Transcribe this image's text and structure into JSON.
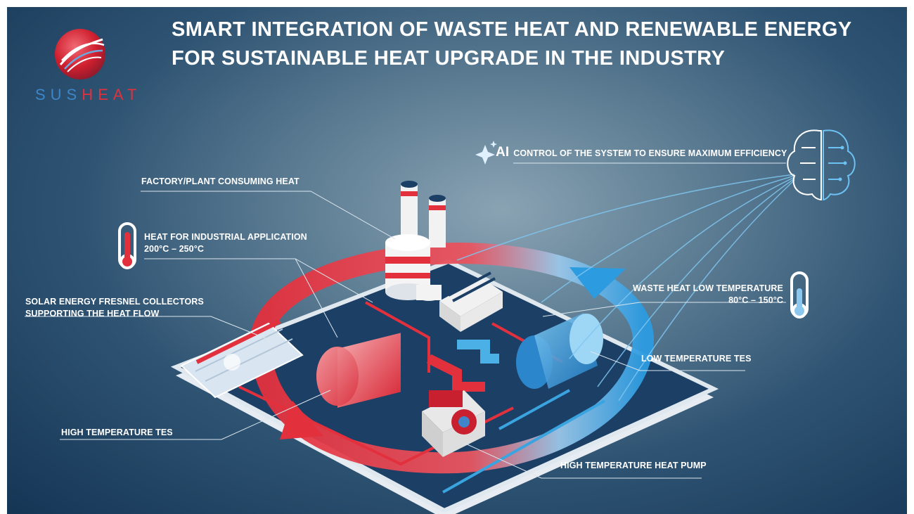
{
  "header": {
    "title_line1": "SMART INTEGRATION OF WASTE HEAT AND RENEWABLE ENERGY",
    "title_line2": "FOR SUSTAINABLE HEAT UPGRADE IN THE INDUSTRY"
  },
  "logo": {
    "part1": "SUS",
    "part2": "HEAT"
  },
  "labels": {
    "ai_prefix": "AI",
    "ai_control": "CONTROL OF THE SYSTEM TO ENSURE MAXIMUM EFFICIENCY",
    "factory": "FACTORY/PLANT CONSUMING HEAT",
    "heat_app_line1": "HEAT FOR INDUSTRIAL APPLICATION",
    "heat_app_line2": "200°C – 250°C",
    "solar_line1": "SOLAR ENERGY FRESNEL COLLECTORS",
    "solar_line2": "SUPPORTING THE HEAT FLOW",
    "waste_line1": "WASTE HEAT LOW TEMPERATURE",
    "waste_line2": "80°C – 150°C",
    "low_tes": "LOW TEMPERATURE TES",
    "high_tes": "HIGH TEMPERATURE TES",
    "heat_pump": "HIGH TEMPERATURE HEAT PUMP"
  },
  "colors": {
    "hot": "#e2303d",
    "cold": "#3aa4e0",
    "platform": "#1c3f66",
    "background_dark": "#153555"
  }
}
